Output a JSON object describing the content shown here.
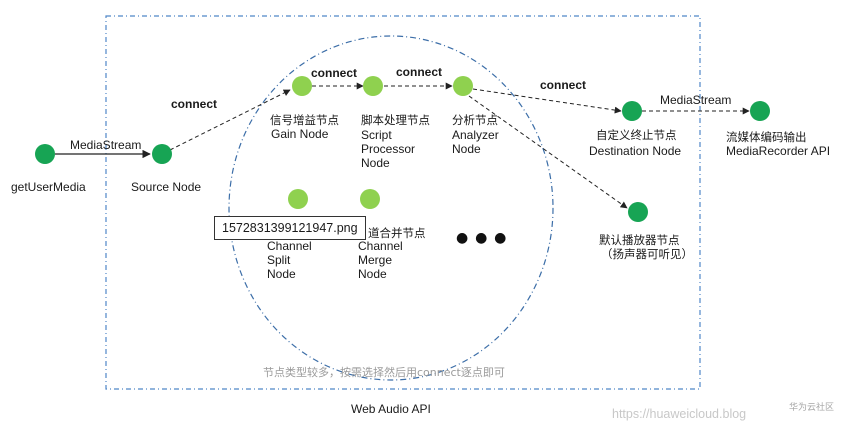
{
  "colors": {
    "node_dark": "#17a454",
    "node_light": "#8fd14f",
    "boundary": "#4f87c7",
    "circle": "#3c6ea8",
    "arrow": "#222222"
  },
  "nodes": {
    "get_user_media": {
      "label": "getUserMedia"
    },
    "source": {
      "label": "Source Node"
    },
    "gain": {
      "label_cn": "信号增益节点",
      "label_en": "Gain Node"
    },
    "script": {
      "label_cn": "脚本处理节点",
      "label_en_1": "Script",
      "label_en_2": "Processor",
      "label_en_3": "Node"
    },
    "analyzer": {
      "label_cn": "分析节点",
      "label_en_1": "Analyzer",
      "label_en_2": "Node"
    },
    "destination": {
      "label_cn": "自定义终止节点",
      "label_en": "Destination Node"
    },
    "media_recorder": {
      "label_cn": "流媒体编码输出",
      "label_en": "MediaRecorder API"
    },
    "speaker": {
      "label_cn": "默认播放器节点",
      "label_cn_2": "（扬声器可听见）"
    },
    "splitter": {
      "label_1": "Channel",
      "label_2": "Split",
      "label_3": "Node"
    },
    "merger": {
      "label_cn": "道合并节点",
      "label_1": "Channel",
      "label_2": "Merge",
      "label_3": "Node"
    },
    "more": {
      "label": "● ● ●"
    }
  },
  "edges": {
    "media_stream_in": "MediaStream",
    "connect_source_gain": "connect",
    "connect_gain_script": "connect",
    "connect_script_analyzer": "connect",
    "connect_analyzer_destination": "connect",
    "media_stream_out": "MediaStream"
  },
  "tooltip": {
    "filename": "1572831399121947.png"
  },
  "note": "节点类型较多，按需选择然后用connect逐点即可",
  "container_label": "Web Audio API",
  "watermark": {
    "url": "https://huaweicloud.blog",
    "brand": "华为云社区"
  }
}
